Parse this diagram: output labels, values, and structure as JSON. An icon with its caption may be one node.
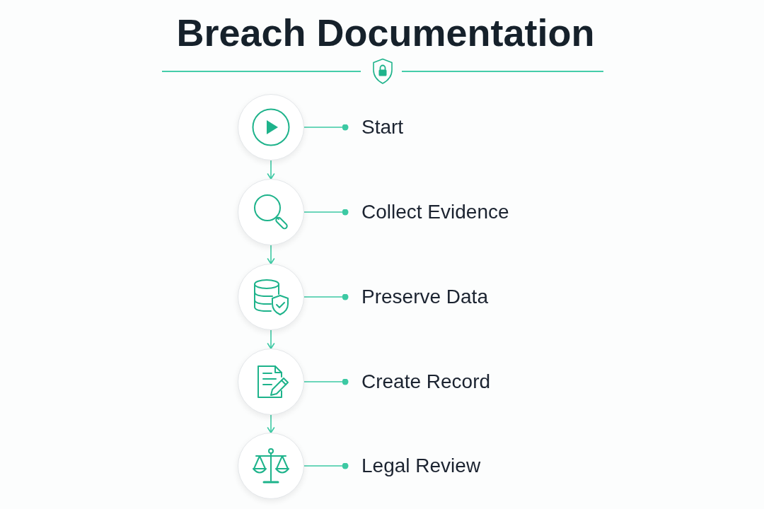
{
  "diagram": {
    "title": "Breach Documentation",
    "nodes": [
      {
        "text": [],
        "shape": "circle"
      },
      {
        "text": [
          "Start"
        ]
      },
      {
        "text": [],
        "shape": "circle"
      },
      {
        "text": [
          "Collect Evidence"
        ]
      },
      {
        "text": [],
        "shape": "circle"
      },
      {
        "text": [
          "Preserve Data"
        ]
      },
      {
        "text": [],
        "shape": "circle"
      },
      {
        "text": [
          "Create Record"
        ]
      },
      {
        "text": [],
        "shape": "circle"
      },
      {
        "text": [
          "Legal Review"
        ]
      }
    ],
    "edges": [
      {
        "from": 0,
        "to": 1,
        "arrow": "other"
      },
      {
        "from": 0,
        "to": 2,
        "arrow": "to"
      },
      {
        "from": 2,
        "to": 3,
        "arrow": "other"
      },
      {
        "from": 2,
        "to": 4,
        "arrow": "to"
      },
      {
        "from": 4,
        "to": 5,
        "arrow": "other"
      },
      {
        "from": 4,
        "to": 6,
        "arrow": "to"
      },
      {
        "from": 6,
        "to": 7,
        "arrow": "other"
      },
      {
        "from": 6,
        "to": 8,
        "arrow": "to"
      },
      {
        "from": 8,
        "to": 9,
        "arrow": "other"
      }
    ]
  }
}
